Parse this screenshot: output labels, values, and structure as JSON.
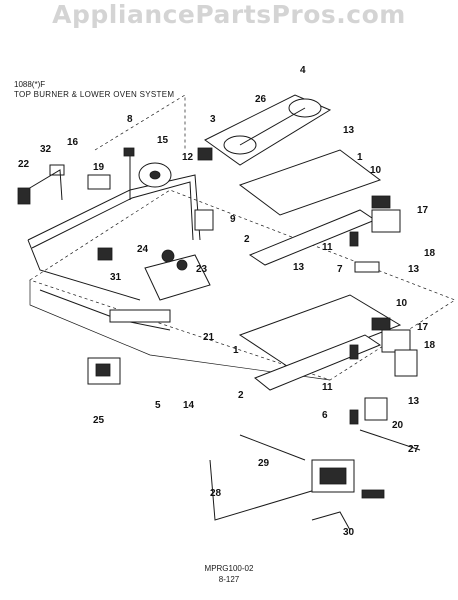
{
  "watermark": "AppliancePartsPros.com",
  "header": {
    "model_line": "1088(*)F",
    "title_line": "TOP BURNER & LOWER OVEN SYSTEM"
  },
  "footer": {
    "code": "MPRG100-02",
    "page": "8-127"
  },
  "callouts": [
    "1",
    "1",
    "2",
    "2",
    "3",
    "4",
    "5",
    "6",
    "7",
    "8",
    "9",
    "10",
    "10",
    "11",
    "11",
    "12",
    "13",
    "13",
    "13",
    "13",
    "14",
    "15",
    "16",
    "17",
    "17",
    "18",
    "18",
    "19",
    "20",
    "21",
    "22",
    "23",
    "24",
    "25",
    "26",
    "27",
    "28",
    "29",
    "30",
    "31",
    "32"
  ]
}
